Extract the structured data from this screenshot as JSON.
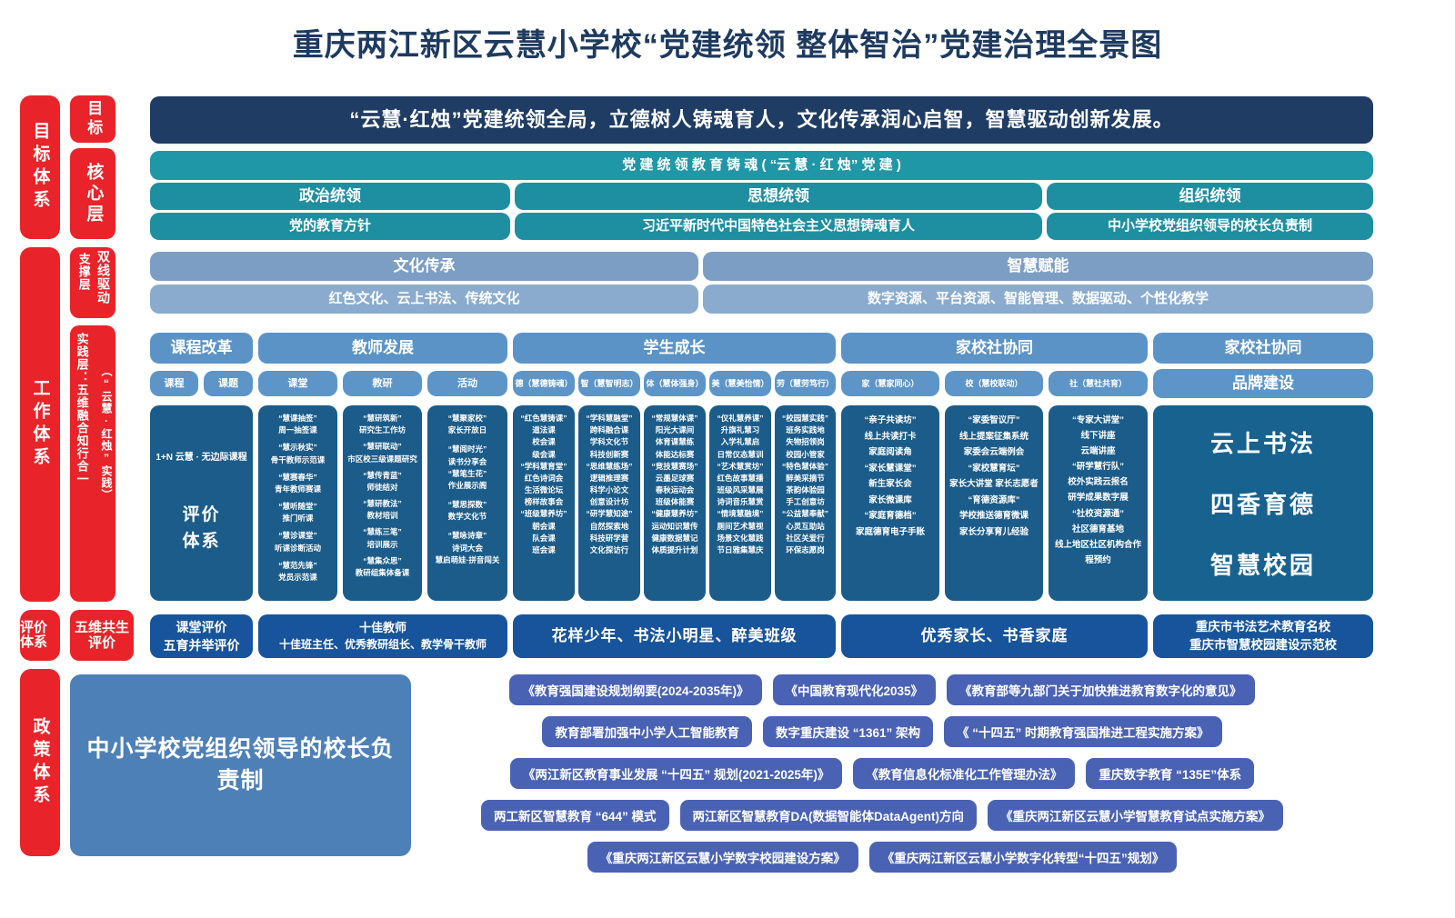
{
  "title": "重庆两江新区云慧小学校“党建统领 整体智治”党建治理全景图",
  "rails": {
    "goal_system": "目标体系",
    "work_system": "工作体系",
    "eval_system": "评价体系",
    "policy_system": "政策体系"
  },
  "tags": {
    "goal": "目标",
    "core_layer": "核心层",
    "support_layer": "支撑层",
    "dual_drive": "双线驱动",
    "practice_layer": "实践层：五维融合知行合一",
    "yunhui_practice": "（“云慧·红烛”实践）",
    "five_dim_eval": "五维共生评价"
  },
  "goal": {
    "statement": "“云慧·红烛”党建统领全局，立德树人铸魂育人，文化传承润心启智，智慧驱动创新发展。"
  },
  "core": {
    "banner": "党 建 统 领  教 育 铸 魂 (  “云 慧 · 红 烛” 党 建  )",
    "columns": [
      {
        "head": "政治统领",
        "body": "党的教育方针"
      },
      {
        "head": "思想统领",
        "body": "习近平新时代中国特色社会主义思想铸魂育人"
      },
      {
        "head": "组织统领",
        "body": "中小学校党组织领导的校长负责制"
      }
    ]
  },
  "support": {
    "columns": [
      {
        "head": "文化传承",
        "body": "红色文化、云上书法、传统文化"
      },
      {
        "head": "智慧赋能",
        "body": "数字资源、平台资源、智能管理、数据驱动、个性化教学"
      }
    ]
  },
  "practice": {
    "groups": [
      {
        "head": "课程改革",
        "subs": [
          "课程",
          "课题"
        ]
      },
      {
        "head": "教师发展",
        "subs": [
          "课堂",
          "教研",
          "活动"
        ]
      },
      {
        "head": "学生成长",
        "subs": [
          "德（慧德铸魂）",
          "智（慧智明志）",
          "体（慧体强身）",
          "美（慧美怡情）",
          "劳（慧劳笃行）"
        ]
      },
      {
        "head": "家校社协同",
        "subs": [
          "家（慧家同心）",
          "校（慧校联动）",
          "社（慧社共育）"
        ]
      },
      {
        "head": "家校社协同",
        "subs": [
          "品牌建设"
        ]
      }
    ],
    "details": [
      {
        "name": "course-reform",
        "lines": [
          "1+N 云慧 · 无边际课程",
          "",
          "",
          "评价",
          "体系"
        ]
      },
      {
        "name": "classroom",
        "lines": [
          "“慧课抽签”",
          "周一抽签课",
          "",
          "“慧示秋实”",
          "骨干教师示范课",
          "",
          "“慧赛春华”",
          "青年教师赛课",
          "",
          "“慧听随堂”",
          "推门听课",
          "",
          "“慧诊课堂”",
          "听课诊断活动",
          "",
          "“慧范先锋”",
          "党员示范课"
        ]
      },
      {
        "name": "teaching-research",
        "lines": [
          "“慧研筑新”",
          "研究生工作坊",
          "",
          "“慧研联动”",
          "市区校三级课题研究",
          "",
          "“慧传青蓝”",
          "师徒结对",
          "",
          "“慧研教法”",
          "教材培训",
          "",
          "“慧练三笔”",
          "培训展示",
          "",
          "“慧集众思”",
          "教研组集体备课"
        ]
      },
      {
        "name": "activity",
        "lines": [
          "“慧聚家校”",
          "家长开放日",
          "",
          "“慧阅时光”",
          "读书分享会",
          "“慧笔生花”",
          "作业展示阁",
          "",
          "“慧思探数”",
          "数学文化节",
          "",
          "“慧咏诗章”",
          "诗词大会",
          "慧启萌娃·拼音闯关"
        ]
      },
      {
        "name": "de-moral",
        "lines": [
          "“红色慧铸课”",
          "道法课",
          "校会课",
          "级会课",
          "“学科慧育堂”",
          "红色诗词会",
          "生活微论坛",
          "榜样故事会",
          "“班级慧养坊”",
          "朝会课",
          "队会课",
          "班会课"
        ]
      },
      {
        "name": "zhi-intellect",
        "lines": [
          "“学科慧融堂”",
          "跨科融合课",
          "学科文化节",
          "科技创新赛",
          "“思维慧练场”",
          "逻辑推理赛",
          "科学小论文",
          "创意设计坊",
          "“研学慧知途”",
          "自然探索地",
          "科技研学营",
          "文化探访行"
        ]
      },
      {
        "name": "ti-physical",
        "lines": [
          "“常规慧体课”",
          "阳光大课间",
          "体育课慧练",
          "体能达标赛",
          "“竞技慧赛场”",
          "云墨足球赛",
          "春秋运动会",
          "班级体能赛",
          "“健康慧养坊”",
          "运动知识慧传",
          "健康数据慧记",
          "体质提升计划"
        ]
      },
      {
        "name": "mei-aesthetic",
        "lines": [
          "“仪礼慧养课”",
          "升旗礼慧习",
          "入学礼慧启",
          "日常仪态慧训",
          "“艺术慧赏坊”",
          "红色故事慧播",
          "班级风采慧展",
          "诗词音乐慧赏",
          "“情境慧融境”",
          "厕间艺术慧视",
          "场景文化慧践",
          "节日雅集慧庆"
        ]
      },
      {
        "name": "lao-labour",
        "lines": [
          "“校园慧实践”",
          "班务实践地",
          "失物招领岗",
          "校园小管家",
          "“特色慧体验”",
          "醉美采摘节",
          "茶韵体验园",
          "手工创意坊",
          "“公益慧奉献”",
          "心灵互助站",
          "社区关爱行",
          "环保志愿岗"
        ]
      },
      {
        "name": "jia-family",
        "lines": [
          "“亲子共读坊”",
          "线上共读打卡",
          "家庭阅读角",
          "“家长慧课堂”",
          "新生家长会",
          "家长微课库",
          "“家庭育德档”",
          "家庭德育电子手账"
        ]
      },
      {
        "name": "xiao-school",
        "lines": [
          "“家委智议厅”",
          "线上提案征集系统",
          "家委会云端例会",
          "“家校慧育坛”",
          "家长大讲堂 家长志愿者",
          "“育德资源库”",
          "学校推送德育微课",
          "家长分享育儿经验"
        ]
      },
      {
        "name": "she-community",
        "lines": [
          "“专家大讲堂”",
          "线下讲座",
          "云端讲座",
          "“研学慧行队”",
          "校外实践云报名",
          "研学成果数字展",
          "“社校资源通”",
          "社区德育基地",
          "线上地区社区机构合作",
          "程预约"
        ]
      }
    ],
    "brand_column": [
      "云上书法",
      "四香育德",
      "智慧校园"
    ]
  },
  "evaluation": {
    "boxes": [
      {
        "lines": [
          "课堂评价",
          "五育并举评价"
        ],
        "size": "md"
      },
      {
        "lines": [
          "十佳教师",
          "十佳班主任、优秀教研组长、教学骨干教师"
        ],
        "size": "sm"
      },
      {
        "lines": [
          "花样少年、书法小明星、醉美班级"
        ],
        "size": "lg"
      },
      {
        "lines": [
          "优秀家长、书香家庭"
        ],
        "size": "lg"
      },
      {
        "lines": [
          "重庆市书法艺术教育名校",
          "重庆市智慧校园建设示范校"
        ],
        "size": "md"
      }
    ]
  },
  "policy": {
    "main": "中小学校党组织领导的校长负责制",
    "rows": [
      [
        "《教育强国建设规划纲要(2024-2035年)》",
        "《中国教育现代化2035》",
        "《教育部等九部门关于加快推进教育数字化的意见》"
      ],
      [
        "教育部署加强中小学人工智能教育",
        "数字重庆建设 “1361” 架构",
        "《 “十四五” 时期教育强国推进工程实施方案》"
      ],
      [
        "《两江新区教育事业发展 “十四五” 规划(2021-2025年)》",
        "《教育信息化标准化工作管理办法》",
        "重庆数字教育 “135E”体系"
      ],
      [
        "两工新区智慧教育 “644” 模式",
        "两江新区智慧教育DA(数据智能体DataAgent)方向",
        "《重庆两江新区云慧小学智慧教育试点实施方案》"
      ],
      [
        "《重庆两江新区云慧小学数字校园建设方案》",
        "《重庆两江新区云慧小学数字化转型“十四五”规划》"
      ]
    ]
  },
  "colors": {
    "red": "#e8242a",
    "navy": "#1f3c64",
    "teal": "#1f97a6",
    "steel": "#7c9ec4",
    "blue": "#5b93c6",
    "deep": "#1b5c8a",
    "eval": "#17549b",
    "policy": "#4a62b4"
  }
}
